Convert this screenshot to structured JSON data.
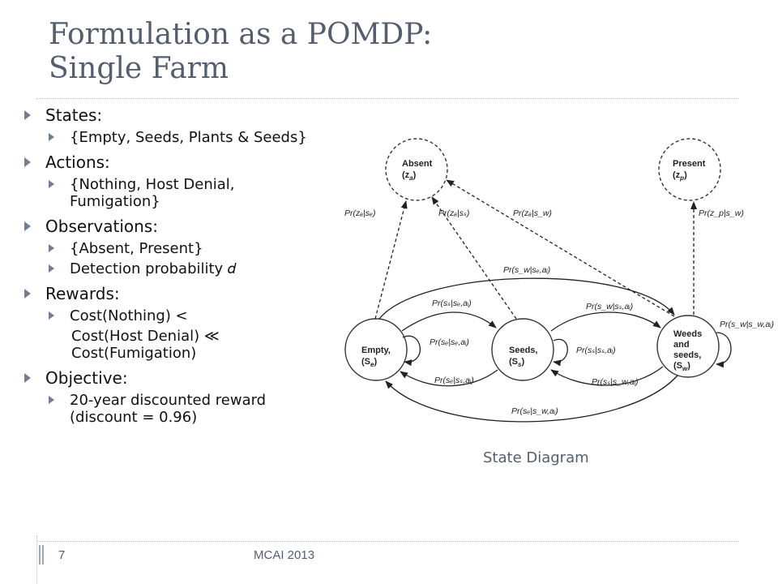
{
  "title": {
    "line1": "Formulation as a POMDP:",
    "line2": "Single Farm"
  },
  "bullets": {
    "states": {
      "label": "States:",
      "items": [
        "{Empty, Seeds, Plants & Seeds}"
      ]
    },
    "actions": {
      "label": "Actions:",
      "items": [
        "{Nothing, Host Denial, Fumigation}"
      ]
    },
    "observations": {
      "label": "Observations:",
      "items": [
        "{Absent, Present}",
        "Detection probability 𝑑"
      ]
    },
    "rewards": {
      "label": "Rewards:",
      "items": [
        "Cost(Nothing) <",
        "Cost(Host Denial) ≪ Cost(Fumigation)"
      ]
    },
    "objective": {
      "label": "Objective:",
      "items": [
        "20-year discounted reward (discount = 0.96)"
      ]
    }
  },
  "diagram": {
    "caption": "State Diagram",
    "nodes": {
      "absent": {
        "line1": "Absent",
        "line2": "(z",
        "sub": "a",
        "close": ")"
      },
      "present": {
        "line1": "Present",
        "line2": "(z",
        "sub": "p",
        "close": ")"
      },
      "empty": {
        "line1": "Empty,",
        "line2": "(S",
        "sub": "e",
        "close": ")"
      },
      "seeds": {
        "line1": "Seeds,",
        "line2": "(S",
        "sub": "s",
        "close": ")"
      },
      "weeds": {
        "line1": "Weeds",
        "line2": "and",
        "line3": "seeds,",
        "line4": "(S",
        "sub": "w",
        "close": ")"
      }
    },
    "edge_labels": {
      "obs_ae": "Pr(zₐ|sₑ)",
      "obs_as": "Pr(zₐ|sₛ)",
      "obs_aw": "Pr(zₐ|s_w)",
      "obs_pw": "Pr(z_p|s_w)",
      "t_we": "Pr(s_w|sₑ,aᵢ)",
      "t_se": "Pr(sₛ|sₑ,aᵢ)",
      "t_ws": "Pr(s_w|sₛ,aᵢ)",
      "t_ee": "Pr(sₑ|sₑ,aᵢ)",
      "t_ss": "Pr(sₛ|sₛ,aᵢ)",
      "t_ww": "Pr(s_w|s_w,aᵢ)",
      "t_es": "Pr(sₑ|sₛ,aᵢ)",
      "t_sw": "Pr(sₛ|s_w,aᵢ)",
      "t_ew": "Pr(sₑ|s_w,aᵢ)"
    }
  },
  "footer": {
    "slide_number": "7",
    "text": "MCAI 2013"
  }
}
